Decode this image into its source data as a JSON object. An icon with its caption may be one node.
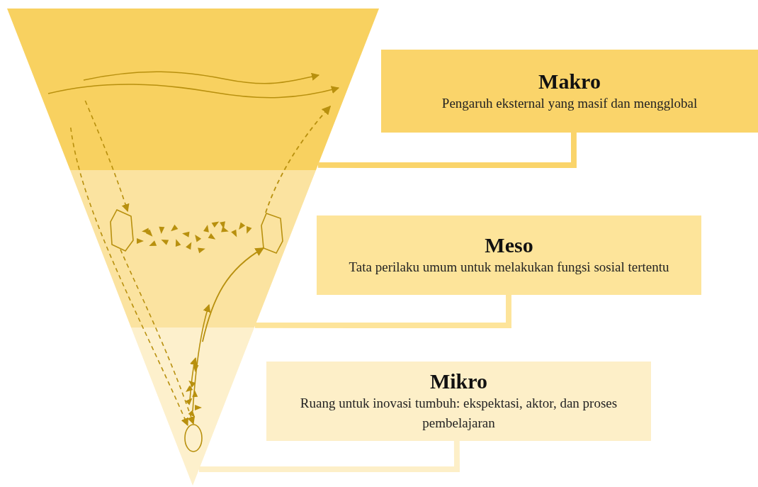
{
  "diagram": {
    "nodes": [
      {
        "text": [
          "Makro",
          "Pengaruh eksternal yang masif dan mengglobal"
        ]
      },
      {
        "text": [],
        "shape": "band"
      },
      {
        "text": [
          "Meso",
          "Tata perilaku umum untuk melakukan fungsi sosial tertentu"
        ]
      },
      {
        "text": [],
        "shape": "band"
      },
      {
        "text": [
          "Mikro",
          "Ruang untuk inovasi tumbuh: ekspektasi, aktor, dan proses pembelajaran"
        ]
      },
      {
        "text": [],
        "shape": "band"
      },
      {
        "text": [],
        "shape": "hexagon",
        "in": 3
      },
      {
        "text": [],
        "shape": "hexagon",
        "in": 3
      },
      {
        "text": [],
        "shape": "ellipse",
        "in": 5
      }
    ],
    "edges": [
      {
        "from": 0,
        "to": 1,
        "arrow": "none",
        "style": "thick",
        "color": "#fad46a"
      },
      {
        "from": 2,
        "to": 3,
        "arrow": "none",
        "style": "thick",
        "color": "#fde49a"
      },
      {
        "from": 4,
        "to": 5,
        "arrow": "none",
        "style": "thick",
        "color": "#fdefc8"
      },
      {
        "from": 5,
        "to": 7,
        "arrow": "to"
      },
      {
        "from": 7,
        "to": 1,
        "arrow": "to",
        "style": "dashed"
      },
      {
        "from": 1,
        "to": 6,
        "arrow": "to",
        "style": "dashed"
      },
      {
        "from": 1,
        "to": 8,
        "arrow": "to",
        "style": "dashed"
      },
      {
        "from": 6,
        "to": 8,
        "arrow": "to",
        "style": "dashed"
      }
    ]
  }
}
